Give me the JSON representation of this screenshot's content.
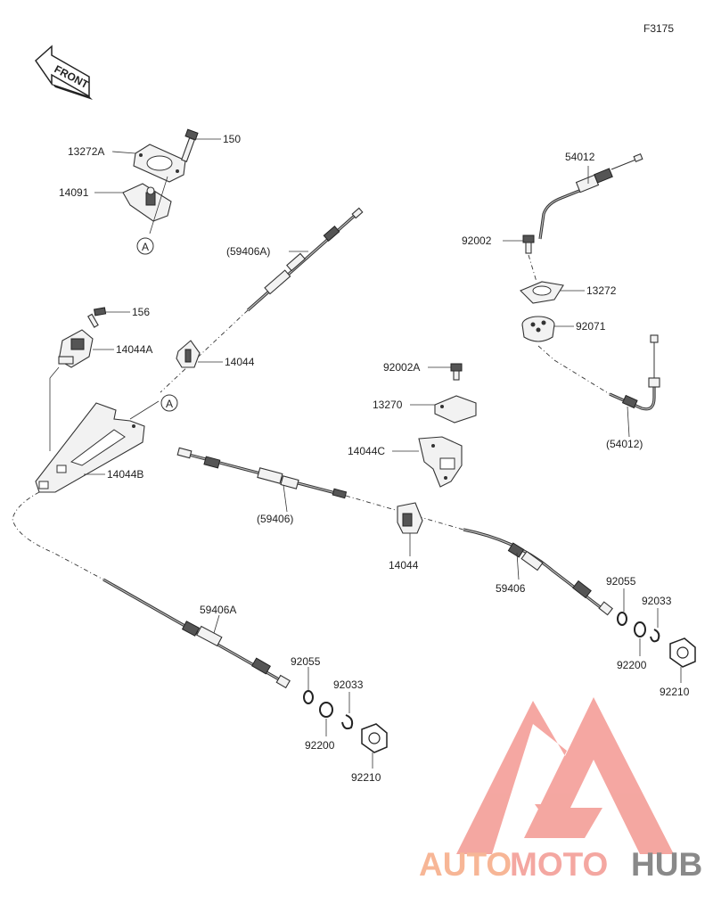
{
  "figure_code": "F3175",
  "front_label": "FRONT",
  "ref_mark": "A",
  "labels": {
    "p13272a": "13272A",
    "p150": "150",
    "p14091": "14091",
    "p59406a_paren": "(59406A)",
    "p156": "156",
    "p14044a": "14044A",
    "p14044_top": "14044",
    "p14044b": "14044B",
    "p54012": "54012",
    "p92002": "92002",
    "p13272": "13272",
    "p92071": "92071",
    "p54012_paren": "(54012)",
    "p92002a": "92002A",
    "p13270": "13270",
    "p14044c": "14044C",
    "p59406_paren": "(59406)",
    "p14044_mid": "14044",
    "p59406": "59406",
    "p92055_r": "92055",
    "p92033_r": "92033",
    "p92200_r": "92200",
    "p92210_r": "92210",
    "p59406a": "59406A",
    "p92055_l": "92055",
    "p92033_l": "92033",
    "p92200_l": "92200",
    "p92210_l": "92210"
  },
  "watermark": {
    "part1": "AUTO",
    "part2": "MOTO",
    "part3": "HUB",
    "color_main": "#f4a09a",
    "color_accent": "#f7b08e",
    "color_dark": "#808080"
  }
}
